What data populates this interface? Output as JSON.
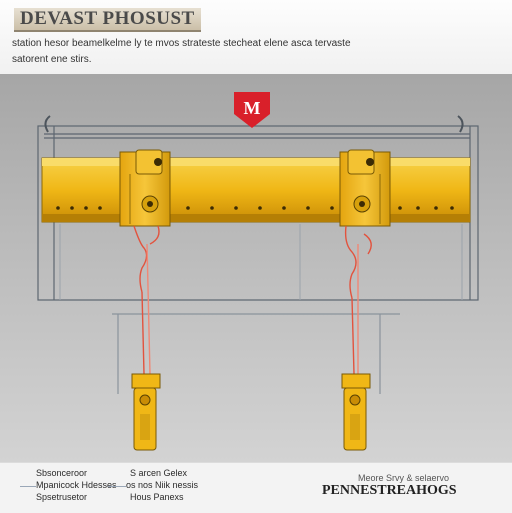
{
  "header": {
    "title": "DEVAST PHOSUST",
    "description_line1": "station hesor beamelkelme ly te mvos strateste stecheat elene asca tervaste",
    "description_line2": "satorent ene stirs."
  },
  "badge": {
    "label": "M"
  },
  "footer": {
    "left": [
      "Sbsonceroor",
      "Mpanicock Hdesses",
      "Spsetrusetor"
    ],
    "middle": [
      "S arcen Gelex",
      "os nos Niik nessis",
      "Hous Panexs"
    ],
    "right_small": "Meore Srvy & selaervo",
    "right_title": "PENNESTREAHOGS"
  },
  "colors": {
    "beam": "#f0b716",
    "beam_shadow": "#c98c06",
    "cable": "#e2533e",
    "badge": "#d9202a",
    "frame": "#5d6670"
  }
}
